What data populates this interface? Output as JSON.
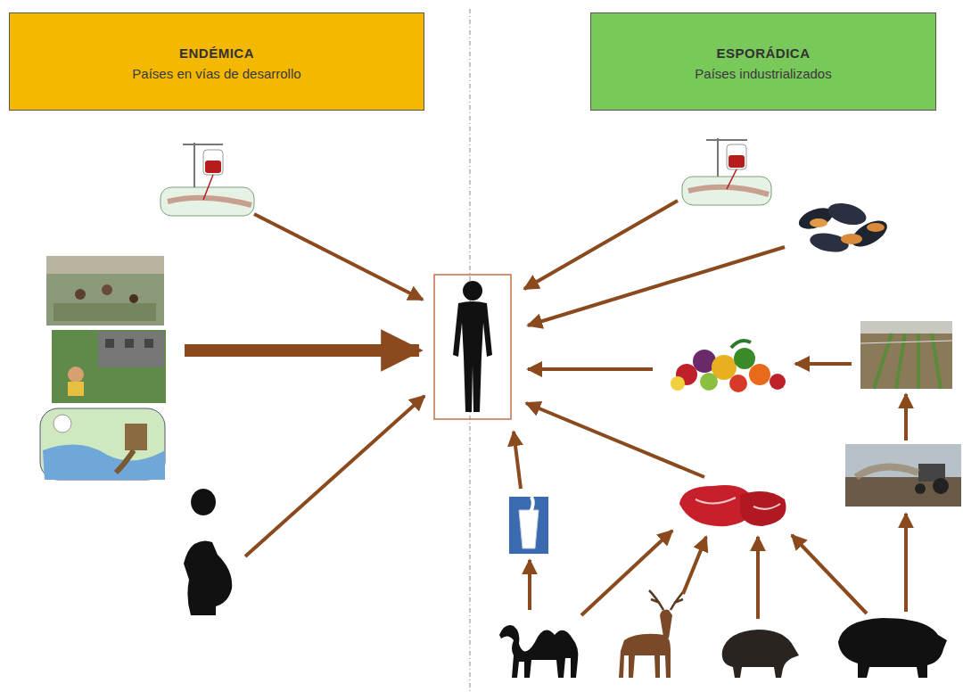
{
  "diagram": {
    "nodes": [
      {
        "text": [
          "ENDÉMICA",
          "Países en vías de desarrollo"
        ]
      },
      {
        "text": [
          "ESPORÁDICA",
          "Países industrializados"
        ]
      }
    ]
  }
}
